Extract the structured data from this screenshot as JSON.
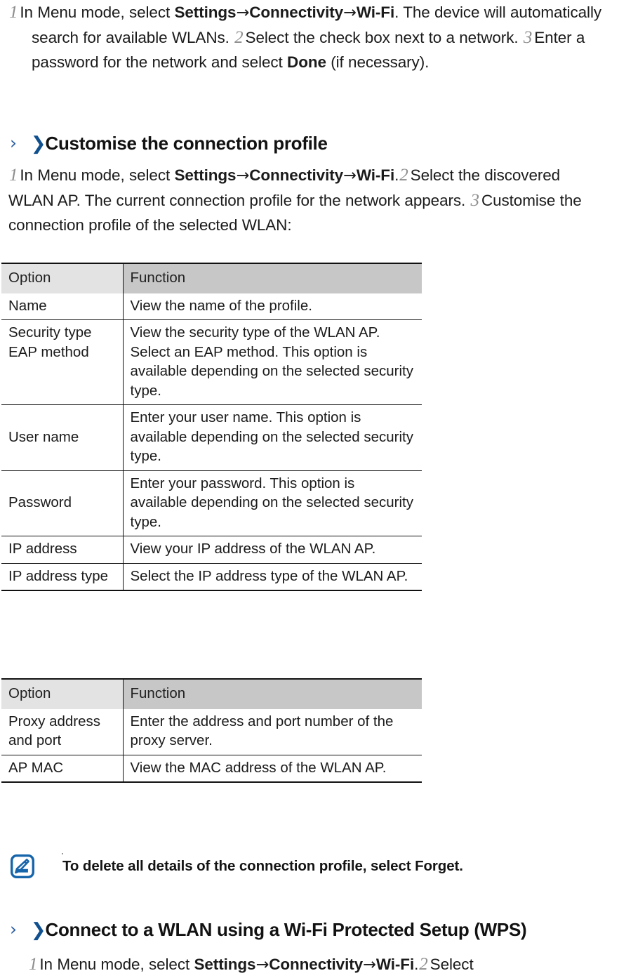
{
  "document": {
    "type": "user-manual-page",
    "accent_blue": "#10508f",
    "chevron_light_blue": "#2a5d9e",
    "header_col1_bg": "#e3e3e3",
    "header_col2_bg": "#c7c7c7"
  },
  "intro_steps": {
    "step1_num": "1",
    "step1_a": "In Menu mode, select ",
    "step1_b1": "Settings",
    "step1_arrow1": "→",
    "step1_b2": "Connectivity",
    "step1_arrow2": "→",
    "step1_b3": "Wi-Fi",
    "step1_c": ". The device will automatically search for available WLANs. ",
    "step2_num": "2",
    "step2_text": "Select the check box next to a network. ",
    "step3_num": "3",
    "step3_a": "Enter a password for the network and select ",
    "step3_b": "Done",
    "step3_c": " (if necessary)."
  },
  "section_customise": {
    "chevron_thin": "›",
    "chevron_bold": "❯",
    "title": "Customise the connection profile",
    "step1_num": "1",
    "step1_a": "In Menu mode, select ",
    "step1_b1": "Settings",
    "step1_arrow1": "→",
    "step1_b2": "Connectivity",
    "step1_arrow2": "→",
    "step1_b3": "Wi-Fi",
    "step1_c": ".",
    "step2_num": "2",
    "step2_text": "Select the discovered WLAN AP. The current connection profile for the network appears. ",
    "step3_num": "3",
    "step3_text": "Customise the connection profile of the selected WLAN:"
  },
  "table1": {
    "headers": [
      "Option",
      "Function"
    ],
    "rows": [
      {
        "option": "Name",
        "function": "View the name of the profile.",
        "valign": "top"
      },
      {
        "option": "Security type EAP method",
        "option_line1": "Security type",
        "option_line2": "EAP method",
        "function": "View the security type of the WLAN AP. Select an EAP method. This option is available depending on the selected security type.",
        "valign": "top"
      },
      {
        "option": "User name",
        "function": "Enter your user name. This option is available depending on the selected security type.",
        "valign": "middle"
      },
      {
        "option": "Password",
        "function": "Enter your password. This option is available depending on the selected security type.",
        "valign": "middle"
      },
      {
        "option": "IP address",
        "function": "View your IP address of the WLAN AP.",
        "valign": "middle"
      },
      {
        "option": "IP address type",
        "function": "Select the IP address type of the WLAN AP.",
        "valign": "top"
      }
    ]
  },
  "table2": {
    "headers": [
      "Option",
      "Function"
    ],
    "rows": [
      {
        "option": "Proxy address and port",
        "function": "Enter the address and port number of the proxy server.",
        "valign": "middle"
      },
      {
        "option": "AP MAC",
        "function": "View the MAC address of the WLAN AP.",
        "valign": "middle"
      }
    ]
  },
  "note": {
    "icon": "note-pen-icon",
    "text_a": "To delete all details of the connection profile, select ",
    "text_b": "Forget",
    "text_c": "."
  },
  "section_wps": {
    "chevron_thin": "›",
    "chevron_bold": "❯",
    "title": "Connect to a WLAN using a Wi-Fi Protected Setup (WPS)",
    "step1_num": "1",
    "step1_a": "In Menu mode, select ",
    "step1_b1": "Settings",
    "step1_arrow1": "→",
    "step1_b2": "Connectivity",
    "step1_arrow2": "→",
    "step1_b3": "Wi-Fi",
    "step1_c": ".",
    "step2_num": "2",
    "step2_text": "Select"
  }
}
